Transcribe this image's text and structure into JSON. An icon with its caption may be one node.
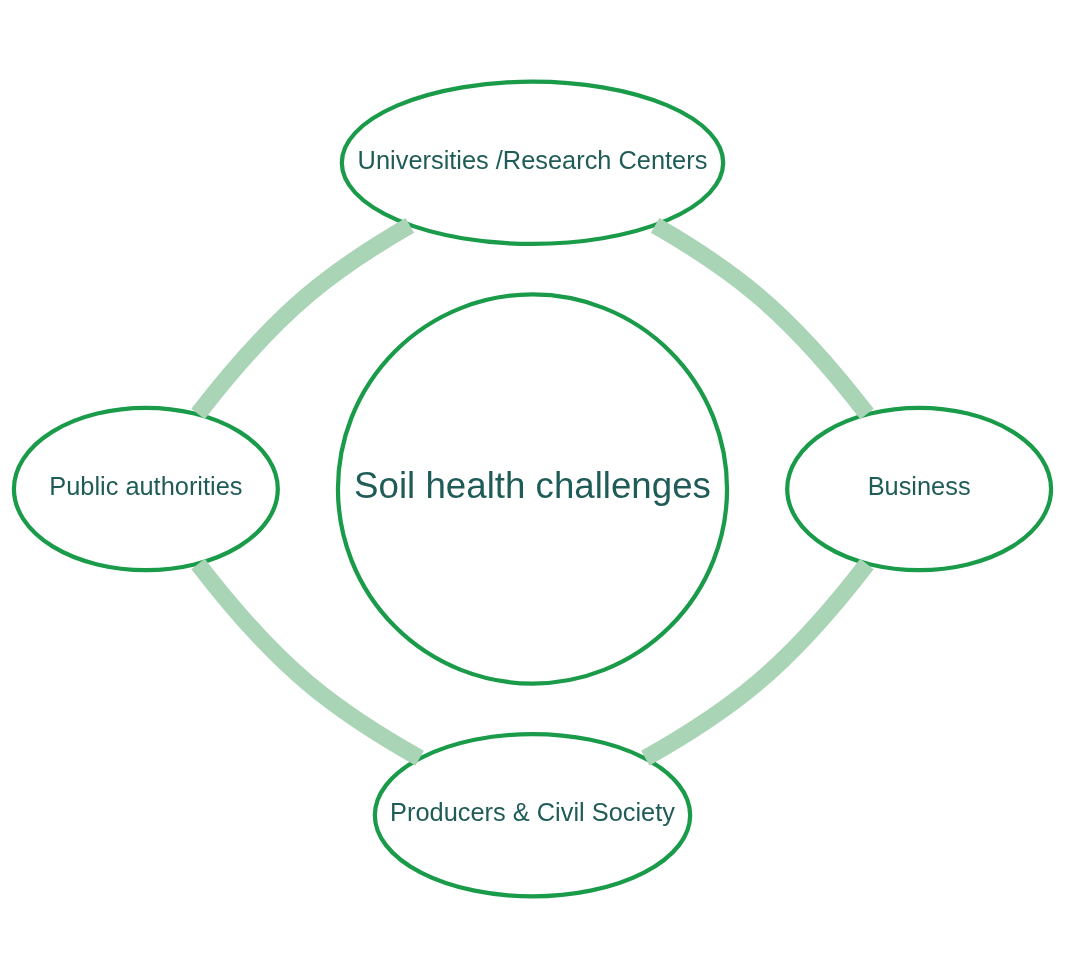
{
  "diagram": {
    "nodes": [
      {
        "text": [
          "Universities /Research Centers"
        ]
      },
      {
        "text": [
          "Public authorities"
        ]
      },
      {
        "text": [
          "Soil health challenges"
        ]
      },
      {
        "text": [
          "Business"
        ]
      },
      {
        "text": [
          "Producers & Civil Society"
        ]
      }
    ],
    "edges": [
      {
        "from": 0,
        "to": 3,
        "arrow": "none"
      },
      {
        "from": 3,
        "to": 4,
        "arrow": "none"
      },
      {
        "from": 4,
        "to": 1,
        "arrow": "none"
      },
      {
        "from": 1,
        "to": 0,
        "arrow": "none"
      }
    ]
  }
}
